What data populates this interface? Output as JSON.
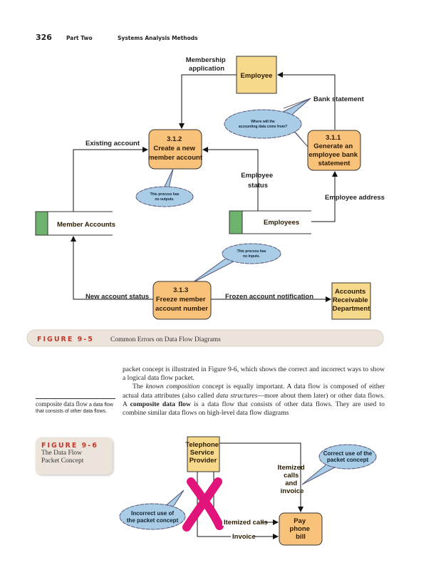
{
  "header": {
    "page_number": "326",
    "part": "Part Two",
    "section": "Systems Analysis Methods"
  },
  "figure_9_5": {
    "label": "FIGURE 9-5",
    "caption": "Common Errors on Data Flow Diagrams",
    "employee": "Employee",
    "membership_application": [
      "Membership",
      "application"
    ],
    "bank_statement": "Bank statement",
    "cloud_accounting": [
      "Where will the",
      "accounting data come from?"
    ],
    "process_312": [
      "3.1.2",
      "Create a new",
      "member account"
    ],
    "process_311": [
      "3.1.1",
      "Generate an",
      "employee bank",
      "statement"
    ],
    "existing_account": "Existing account",
    "cloud_no_outputs": [
      "This process has",
      "no outputs."
    ],
    "employee_status": [
      "Employee",
      "status"
    ],
    "employee_address": "Employee address",
    "member_accounts": "Member Accounts",
    "employees": "Employees",
    "cloud_no_inputs": [
      "This process has",
      "no inputs."
    ],
    "process_313": [
      "3.1.3",
      "Freeze member",
      "account number"
    ],
    "new_account_status": "New account status",
    "frozen_account_notification": "Frozen account notification",
    "accounts_receivable": [
      "Accounts",
      "Receivable",
      "Department"
    ]
  },
  "body": {
    "p1": "packet concept is illustrated in Figure 9-6, which shows the correct and incorrect ways to show a logical data flow packet.",
    "p2_a": "The ",
    "p2_em1": "known composition",
    "p2_b": " concept is equally important. A data flow is composed of either actual data attributes (also called ",
    "p2_em2": "data structures",
    "p2_c": "—more about them later) or other data flows. A ",
    "p2_strong": "composite data flow",
    "p2_d": " is a data flow that consists of other data flows. They are used to combine similar data flows on high-level data flow diagrams"
  },
  "margin_note": {
    "term": "composite data flow",
    "definition": "a data flow that consists of other data flows."
  },
  "figure_9_6": {
    "label": "FIGURE 9-6",
    "caption": [
      "The Data Flow",
      "Packet Concept"
    ],
    "telephone": [
      "Telephone",
      "Service",
      "Provider"
    ],
    "correct_cloud": [
      "Correct use of the",
      "packet concept"
    ],
    "itemized_calls_and_invoice": [
      "Itemized",
      "calls",
      "and",
      "invoice"
    ],
    "incorrect_cloud": [
      "Incorrect use of",
      "the packet concept"
    ],
    "itemized_calls": "Itemized calls",
    "invoice": "Invoice",
    "pay_phone_bill": [
      "Pay",
      "phone",
      "bill"
    ]
  },
  "colors": {
    "process": "#f9c27a",
    "entity": "#f7d98c",
    "store_tab": "#6db36d",
    "cloud": "#a9cde6",
    "x_mark": "#e0147a",
    "figure_red": "#c0392b"
  }
}
